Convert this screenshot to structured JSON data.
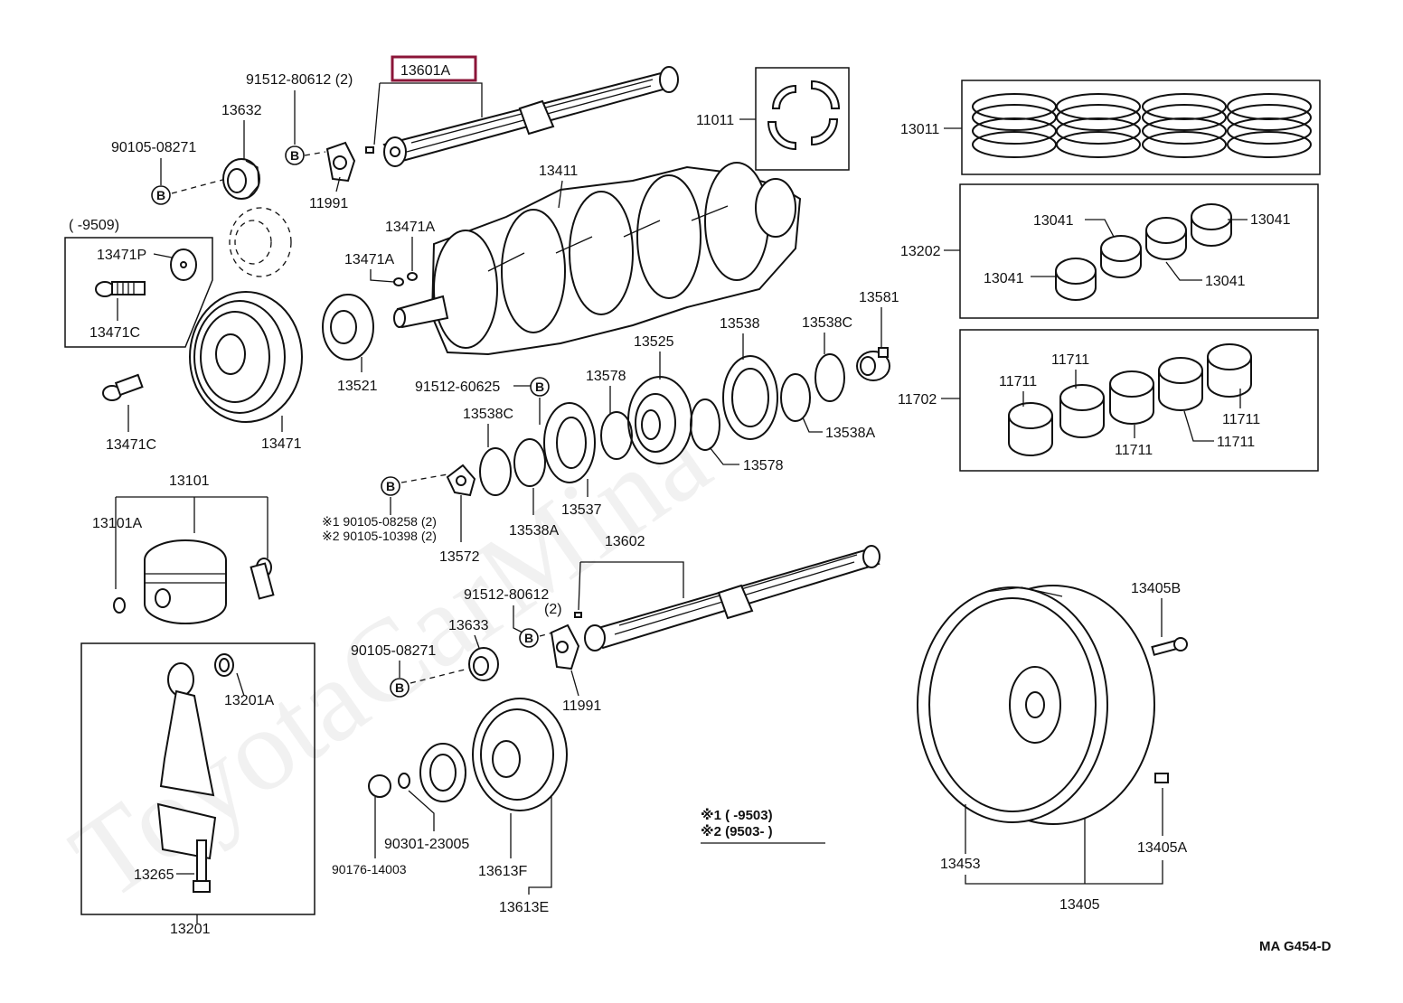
{
  "watermark": "ToyotaCarMina",
  "code": "MA  G454-D",
  "highlight": "13601A",
  "bolt_badge": "B",
  "labels": {
    "p13601A": "13601A",
    "p91512_80612_top": "91512-80612 (2)",
    "p13632": "13632",
    "p90105_08271_top": "90105-08271",
    "p11991_top": "11991",
    "p11011": "11011",
    "p13011": "13011",
    "p13411": "13411",
    "p13471A_1": "13471A",
    "p13471A_2": "13471A",
    "range_9509": "(        -9509)",
    "p13471P": "13471P",
    "p13471C_box": "13471C",
    "p13471C": "13471C",
    "p13471": "13471",
    "p13521": "13521",
    "p13202": "13202",
    "p13041_a": "13041",
    "p13041_b": "13041",
    "p13041_c": "13041",
    "p13041_d": "13041",
    "p13581": "13581",
    "p13538": "13538",
    "p13538C_r": "13538C",
    "p13525": "13525",
    "p13578_a": "13578",
    "p91512_60625": "91512-60625",
    "p13538C_l": "13538C",
    "p13538A_r": "13538A",
    "p13578_b": "13578",
    "p13537": "13537",
    "p13538A_l": "13538A",
    "p13572": "13572",
    "note1_part": "※1 90105-08258 (2)",
    "note2_part": "※2 90105-10398 (2)",
    "p11702": "11702",
    "p11711_a": "11711",
    "p11711_b": "11711",
    "p11711_c": "11711",
    "p11711_d": "11711",
    "p11711_e": "11711",
    "p13101": "13101",
    "p13101A": "13101A",
    "p13602": "13602",
    "p91512_80612_bot": "91512-80612",
    "p91512_80612_bot_qty": "(2)",
    "p13633": "13633",
    "p90105_08271_bot": "90105-08271",
    "p11991_bot": "11991",
    "p13201A": "13201A",
    "p13265": "13265",
    "p13201": "13201",
    "p90301_23005": "90301-23005",
    "p90176_14003": "90176-14003",
    "p13613F": "13613F",
    "p13613E": "13613E",
    "note1_range": "※1 (        -9503)",
    "note2_range": "※2 (9503-        )",
    "p13405B": "13405B",
    "p13453": "13453",
    "p13405A": "13405A",
    "p13405": "13405"
  }
}
